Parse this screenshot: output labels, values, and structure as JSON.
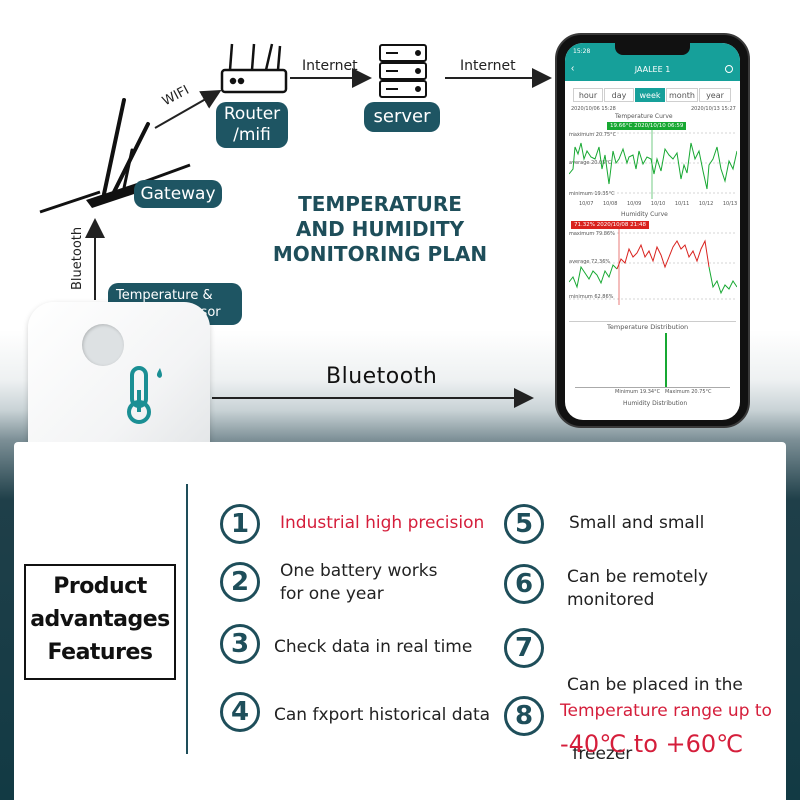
{
  "diagram": {
    "title_line1": "TEMPERATURE",
    "title_line2": "AND HUMIDITY",
    "title_line3": "MONITORING PLAN",
    "router_label_line1": "Router",
    "router_label_line2": "/mifi",
    "server_label": "server",
    "gateway_label": "Gateway",
    "sensor_label_line1": "Temperature &",
    "sensor_label_line2": "humidity sensor",
    "edge_wifi": "WIFI",
    "edge_internet_1": "Internet",
    "edge_internet_2": "Internet",
    "edge_bluetooth_vertical": "Bluetooth",
    "edge_bluetooth_main": "Bluetooth"
  },
  "phone": {
    "status_time": "15:28",
    "app_title": "JAALEE 1",
    "tabs": [
      "hour",
      "day",
      "week",
      "month",
      "year"
    ],
    "active_tab": "week",
    "date_start": "2020/10/06 15:28",
    "date_end": "2020/10/13 15:27",
    "temp_title": "Temperature Curve",
    "temp_tooltip": "19.66°C 2020/10/10 06:59",
    "temp_max": "maximum 20.75°C",
    "temp_avg": "average 20.05°C",
    "temp_min": "minimum 19.35°C",
    "hum_title": "Humidity Curve",
    "hum_tooltip": "71.32% 2020/10/08 21:48",
    "hum_max": "maximum 79.86%",
    "hum_avg": "average 72.36%",
    "hum_min": "minimum 62.86%",
    "dist_title": "Temperature Distribution",
    "dist_min": "Minimum 19.34°C",
    "dist_max": "Maximum 20.75°C",
    "hum_dist_title": "Humidity Distribution",
    "x_ticks": [
      "10/07",
      "10/08",
      "10/09",
      "10/10",
      "10/11",
      "10/12",
      "10/13"
    ],
    "colors": {
      "accent": "#16a09a",
      "temp_line": "#17a832",
      "hum_line": "#d9231f"
    }
  },
  "features": {
    "heading_line1": "Product",
    "heading_line2": "advantages",
    "heading_line3": "Features",
    "items": [
      {
        "num": "1",
        "line1": "Industrial high precision",
        "line2": ""
      },
      {
        "num": "2",
        "line1": "One battery works",
        "line2": "for one year"
      },
      {
        "num": "3",
        "line1": "Check data in real time",
        "line2": ""
      },
      {
        "num": "4",
        "line1": "Can fxport historical data",
        "line2": ""
      },
      {
        "num": "5",
        "line1": "Small and small",
        "line2": ""
      },
      {
        "num": "6",
        "line1": "Can be remotely",
        "line2": "monitored"
      },
      {
        "num": "7",
        "line1": "Can be placed in the",
        "line2": " freezer"
      },
      {
        "num": "8",
        "line1": "Temperature range up to",
        "line2": "-40℃ to +60℃"
      }
    ],
    "colors": {
      "accent_red": "#d51e3b",
      "circle": "#1e4e5a"
    }
  }
}
